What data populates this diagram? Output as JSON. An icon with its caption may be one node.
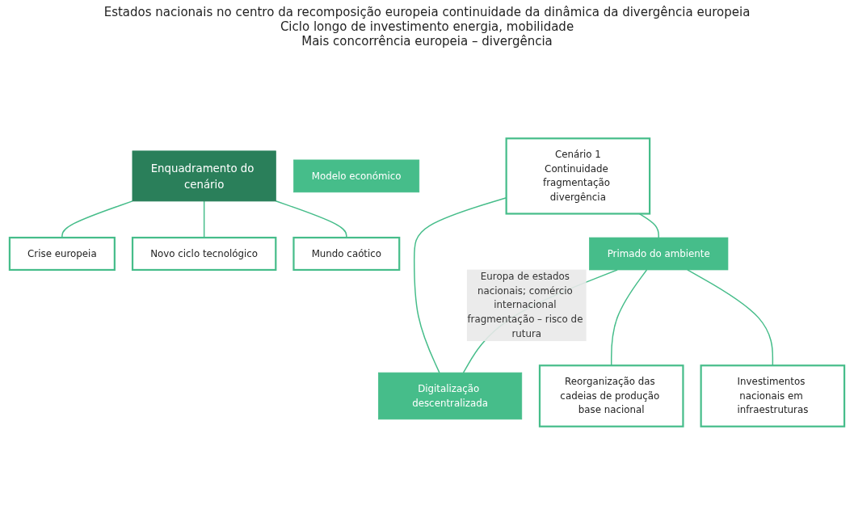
{
  "diagram": {
    "nodes": [
      {
        "text": [
          "Enquadramento do cenário"
        ]
      },
      {
        "text": [
          "Crise europeia"
        ]
      },
      {
        "text": [
          "Novo ciclo tecnológico"
        ]
      },
      {
        "text": [
          "Mundo caótico"
        ]
      },
      {
        "text": [
          "Modelo económico"
        ]
      },
      {
        "text": [
          "Cenário 1",
          "Continuidade fragmentação divergência"
        ]
      },
      {
        "text": [
          "Primado do ambiente"
        ]
      },
      {
        "text": [
          "Digitalização descentralizada"
        ]
      },
      {
        "text": [
          "Reorganização das cadeias de produção base nacional"
        ]
      },
      {
        "text": [
          "Investimentos nacionais em infraestruturas"
        ]
      }
    ],
    "edges": [
      {
        "from": 0,
        "to": 1,
        "arrow": "none"
      },
      {
        "from": 0,
        "to": 2,
        "arrow": "none"
      },
      {
        "from": 0,
        "to": 3,
        "arrow": "none"
      },
      {
        "from": 5,
        "to": 6,
        "arrow": "none"
      },
      {
        "from": 5,
        "to": 7,
        "arrow": "none"
      },
      {
        "from": 6,
        "to": 7,
        "arrow": "none",
        "label": "Europa de estados nacionais; comércio internacional fragmentação – risco de rutura"
      },
      {
        "from": 6,
        "to": 8,
        "arrow": "none"
      },
      {
        "from": 6,
        "to": 9,
        "arrow": "none"
      }
    ],
    "labels": [
      "Estados nacionais no centro da recomposição europeia continuidade da dinâmica da divergência europeia",
      "Ciclo longo de investimento energia, mobilidade",
      "Mais concorrência europeia – divergência"
    ]
  }
}
